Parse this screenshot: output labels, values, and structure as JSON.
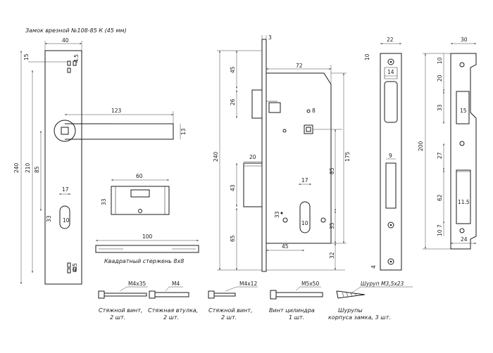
{
  "title": "Замок врезной №108-85 К (45 мм)",
  "front_plate": {
    "dims": {
      "width": "40",
      "top": "15",
      "hole_top": "4.5",
      "hole_bottom": "4.5",
      "total": "240",
      "inner": "210",
      "center": "85",
      "cyl_width": "17",
      "cyl_h": "33",
      "cyl_dia": "10"
    },
    "handle": {
      "length": "123",
      "height": "13"
    }
  },
  "cylinder": {
    "length": "60",
    "height": "33"
  },
  "bar": {
    "length": "100",
    "caption": "Квадратный стержень 8х8"
  },
  "lock_body": {
    "dims": {
      "thick": "3",
      "top": "45",
      "width": "72",
      "latch": "26",
      "spindle": "8",
      "total": "240",
      "backset_bolt": "20",
      "bolt": "43",
      "bottom": "65",
      "height": "175",
      "center": "85",
      "cyl_width": "17",
      "cyl_h": "33",
      "cyl_dia": "10",
      "backset": "45",
      "lower": "35",
      "foot": "32"
    }
  },
  "side_view": {
    "width": "22",
    "top": "10",
    "inner": "14",
    "slot": "9",
    "bottom": "4"
  },
  "strike": {
    "width": "30",
    "total": "200",
    "d1": "10",
    "d2": "20",
    "d3": "33",
    "latch": "15",
    "d4": "27",
    "d5": "62",
    "bolt": "11.5",
    "d6": "10",
    "d7": "7",
    "bottom": "24"
  },
  "parts": [
    {
      "spec": "М4х35",
      "name": "Стяжной винт,",
      "qty": "2 шт."
    },
    {
      "spec": "М4",
      "name": "Стяжная втулка,",
      "qty": "2 шт."
    },
    {
      "spec": "М4х12",
      "name": "Стяжной винт,",
      "qty": "2 шт."
    },
    {
      "spec": "М5х50",
      "name": "Винт цилиндра",
      "qty": "1 шт."
    },
    {
      "spec": "Шуруп М3,5х23",
      "name": "Шурупы",
      "qty": "корпуса замка, 3 шт."
    }
  ]
}
